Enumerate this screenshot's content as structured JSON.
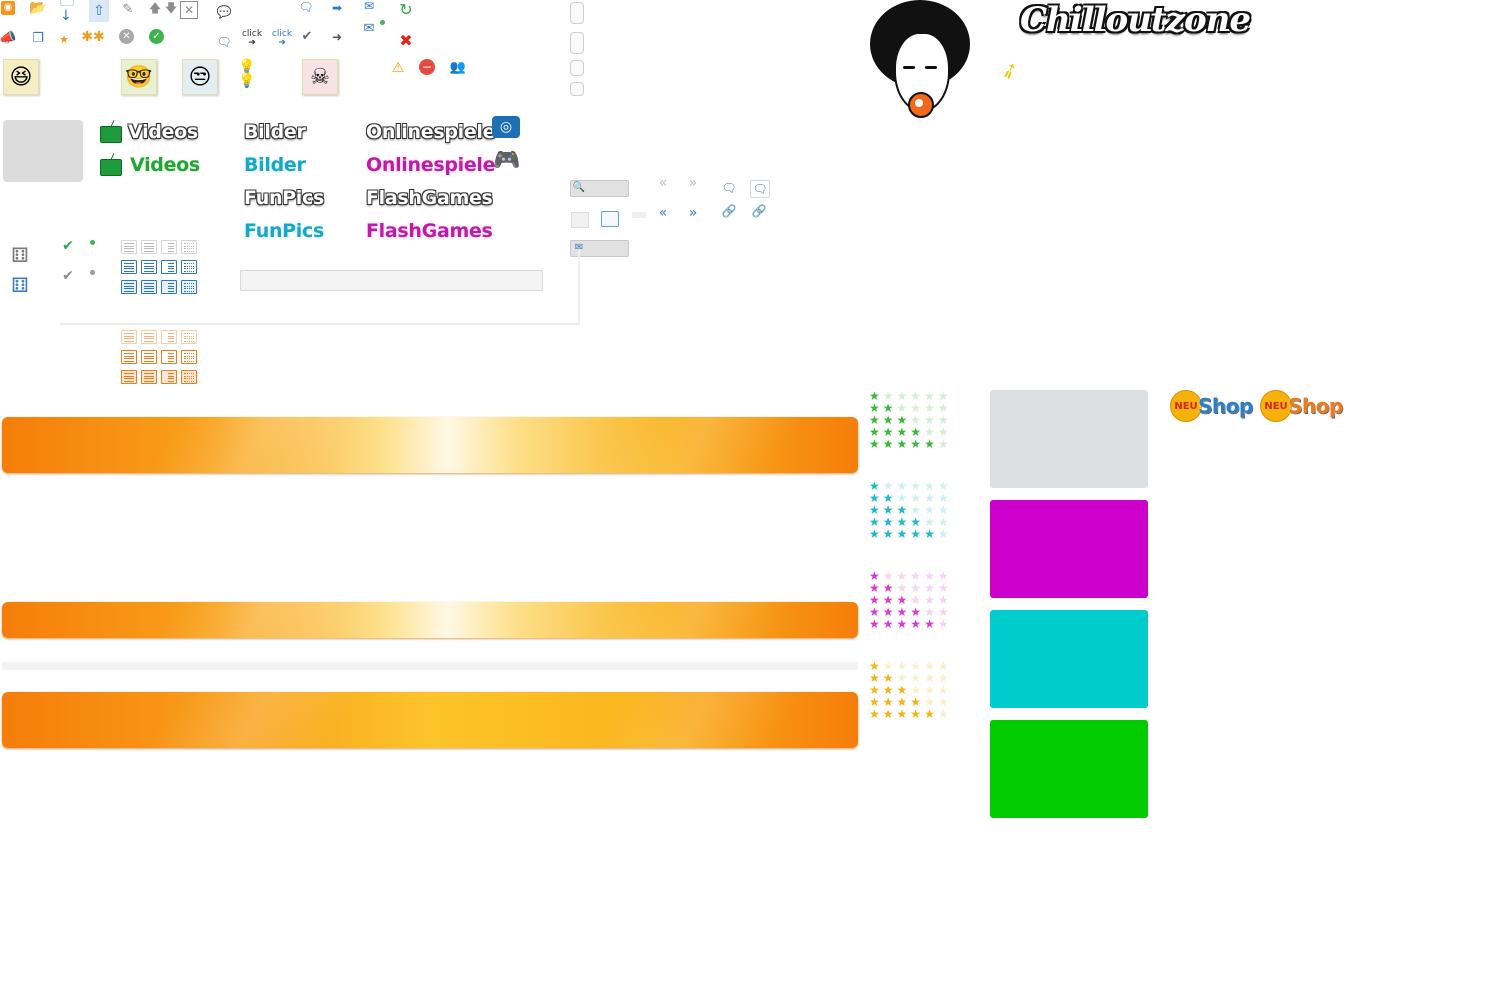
{
  "brand": {
    "logo_text": "Chilloutzone"
  },
  "nav": {
    "videos": "Videos",
    "bilder": "Bilder",
    "onlinespiele": "Onlinespiele",
    "funpics": "FunPics",
    "flashgames": "FlashGames"
  },
  "small_icons": {
    "click_label": "click"
  },
  "star_ratings": [
    {
      "color": "#3bb83b",
      "ratings": [
        1,
        2,
        3,
        4,
        5
      ],
      "max": 6
    },
    {
      "color": "#20b8c8",
      "ratings": [
        1,
        2,
        3,
        4,
        5
      ],
      "max": 6
    },
    {
      "color": "#d63ccf",
      "ratings": [
        1,
        2,
        3,
        4,
        5
      ],
      "max": 6
    },
    {
      "color": "#f2b410",
      "ratings": [
        1,
        2,
        3,
        4,
        5
      ],
      "max": 6
    }
  ],
  "swatches": [
    "#dde0e3",
    "#cc00cc",
    "#00cccc",
    "#00cc00"
  ],
  "shop": {
    "badge": "NEU",
    "label": "Shop",
    "label_colors": [
      "#2a7fc6",
      "#f07a1a"
    ]
  },
  "colors": {
    "accent_orange": "#f5880f",
    "brand_green": "#22a534",
    "brand_cyan": "#16a8c8",
    "brand_magenta": "#c11aa8"
  }
}
